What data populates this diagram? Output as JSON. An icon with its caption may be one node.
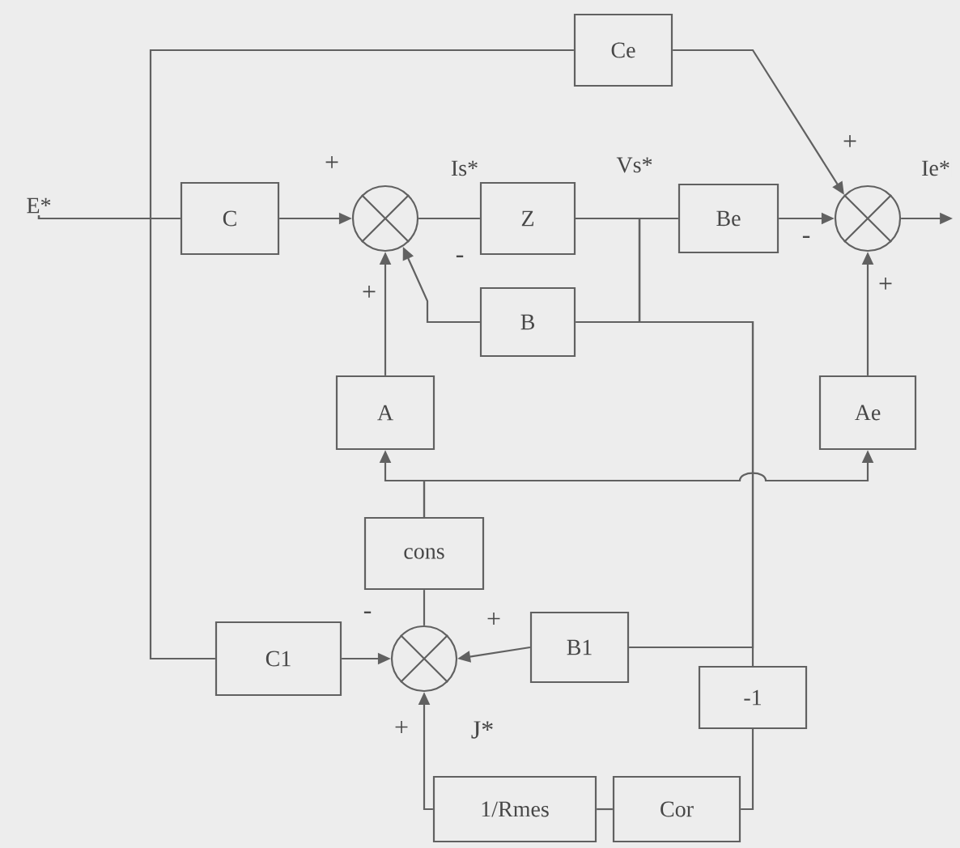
{
  "diagram": {
    "nodes": [
      {
        "text": [
          "E*"
        ]
      },
      {
        "text": [
          "C"
        ]
      },
      {
        "text": [],
        "shape": "circle"
      },
      {
        "text": [
          "Z"
        ]
      },
      {
        "text": [
          "Be"
        ]
      },
      {
        "text": [],
        "shape": "circle"
      },
      {
        "text": [
          "Ce"
        ]
      },
      {
        "text": [
          "B"
        ]
      },
      {
        "text": [
          "A"
        ]
      },
      {
        "text": [
          "Ae"
        ]
      },
      {
        "text": [
          "cons"
        ]
      },
      {
        "text": [
          "C1"
        ]
      },
      {
        "text": [],
        "shape": "circle"
      },
      {
        "text": [
          "B1"
        ]
      },
      {
        "text": [
          "-1"
        ]
      },
      {
        "text": [
          "1/Rmes"
        ]
      },
      {
        "text": [
          "Cor"
        ]
      }
    ],
    "edges": [
      {
        "from": 0,
        "to": 1,
        "arrow": "none"
      },
      {
        "from": 0,
        "to": 6,
        "arrow": "none"
      },
      {
        "from": 0,
        "to": 11,
        "arrow": "none"
      },
      {
        "from": 1,
        "to": 2,
        "arrow": "to"
      },
      {
        "from": 2,
        "to": 3,
        "arrow": "none",
        "label": "Is*"
      },
      {
        "from": 3,
        "to": 4,
        "arrow": "none",
        "label": "Vs*"
      },
      {
        "from": 3,
        "to": 7,
        "arrow": "none"
      },
      {
        "from": 7,
        "to": 2,
        "arrow": "to"
      },
      {
        "from": 3,
        "to": 13,
        "arrow": "none"
      },
      {
        "from": 3,
        "to": 14,
        "arrow": "none"
      },
      {
        "from": 4,
        "to": 5,
        "arrow": "to"
      },
      {
        "from": 6,
        "to": 5,
        "arrow": "to"
      },
      {
        "from": 5,
        "to": null,
        "arrow": "to",
        "label": "Ie*"
      },
      {
        "from": 8,
        "to": 2,
        "arrow": "to"
      },
      {
        "from": 9,
        "to": 5,
        "arrow": "to"
      },
      {
        "from": 10,
        "to": 8,
        "arrow": "to"
      },
      {
        "from": 10,
        "to": 9,
        "arrow": "to"
      },
      {
        "from": 12,
        "to": 10,
        "arrow": "none"
      },
      {
        "from": 11,
        "to": 12,
        "arrow": "to"
      },
      {
        "from": 13,
        "to": 12,
        "arrow": "to"
      },
      {
        "from": 14,
        "to": 16,
        "arrow": "none"
      },
      {
        "from": 16,
        "to": 15,
        "arrow": "none"
      },
      {
        "from": 15,
        "to": 12,
        "arrow": "to"
      }
    ],
    "labels": [
      "+",
      "+",
      "-",
      "-",
      "+",
      "+",
      "-",
      "+",
      "+",
      "J*"
    ]
  }
}
